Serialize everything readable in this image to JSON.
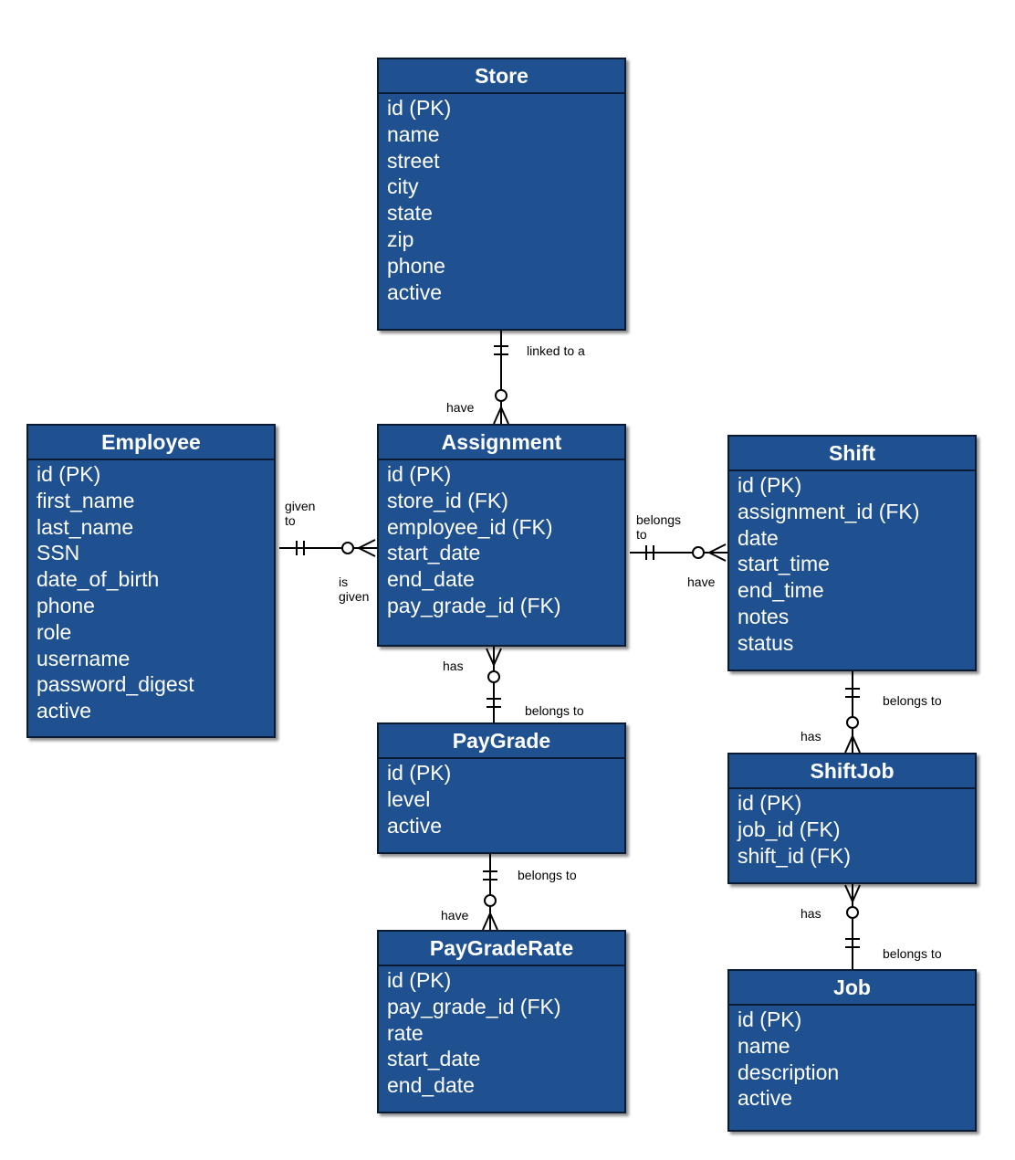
{
  "entities": {
    "store": {
      "title": "Store",
      "fields": [
        "id (PK)",
        "name",
        "street",
        "city",
        "state",
        "zip",
        "phone",
        "active"
      ]
    },
    "employee": {
      "title": "Employee",
      "fields": [
        "id (PK)",
        "first_name",
        "last_name",
        "SSN",
        "date_of_birth",
        "phone",
        "role",
        "username",
        "password_digest",
        "active"
      ]
    },
    "assignment": {
      "title": "Assignment",
      "fields": [
        "id (PK)",
        "store_id (FK)",
        "employee_id (FK)",
        "start_date",
        "end_date",
        "pay_grade_id (FK)"
      ]
    },
    "shift": {
      "title": "Shift",
      "fields": [
        "id (PK)",
        "assignment_id (FK)",
        "date",
        "start_time",
        "end_time",
        "notes",
        "status"
      ]
    },
    "paygrade": {
      "title": "PayGrade",
      "fields": [
        "id (PK)",
        "level",
        "active"
      ]
    },
    "shiftjob": {
      "title": "ShiftJob",
      "fields": [
        "id (PK)",
        "job_id (FK)",
        "shift_id (FK)"
      ]
    },
    "paygraderate": {
      "title": "PayGradeRate",
      "fields": [
        "id (PK)",
        "pay_grade_id (FK)",
        "rate",
        "start_date",
        "end_date"
      ]
    },
    "job": {
      "title": "Job",
      "fields": [
        "id (PK)",
        "name",
        "description",
        "active"
      ]
    }
  },
  "relationships": {
    "store_assignment": {
      "label_one": "linked to a",
      "label_many": "have"
    },
    "employee_assignment": {
      "label_one": "given\nto",
      "label_many": "is\ngiven"
    },
    "assignment_shift": {
      "label_one": "belongs\nto",
      "label_many": "have"
    },
    "paygrade_assignment": {
      "label_many": "has",
      "label_one": "belongs to"
    },
    "paygrade_rate": {
      "label_one": "belongs to",
      "label_many": "have"
    },
    "shift_shiftjob": {
      "label_one": "belongs to",
      "label_many": "has"
    },
    "job_shiftjob": {
      "label_many": "has",
      "label_one": "belongs to"
    }
  },
  "colors": {
    "entity_fill": "#1f5190",
    "entity_border": "#0b1a33",
    "text": "#ffffff",
    "line": "#000000"
  }
}
